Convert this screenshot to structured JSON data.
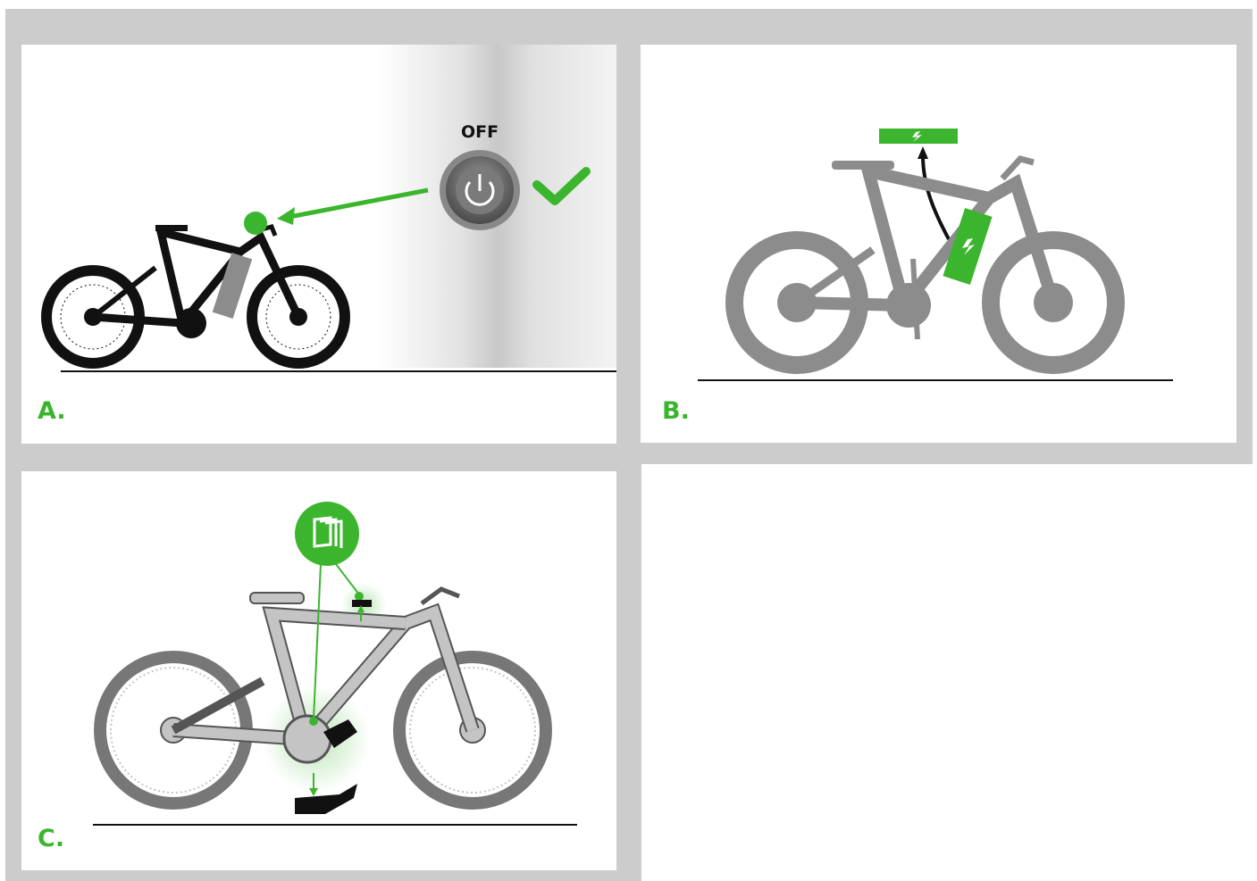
{
  "colors": {
    "accent": "#3cb52e",
    "frame": "#cccccc",
    "bike_black": "#111111",
    "bike_grey": "#8c8c8c",
    "bike_light": "#c4c4c4"
  },
  "panels": [
    {
      "label": "A.",
      "button_text": "OFF",
      "icons": [
        "power-button-icon",
        "checkmark-icon",
        "arrow-icon",
        "ebike-icon"
      ]
    },
    {
      "label": "B.",
      "icons": [
        "battery-icon",
        "lightning-icon",
        "arrow-up-icon",
        "ebike-icon"
      ]
    },
    {
      "label": "C.",
      "icons": [
        "manual-book-icon",
        "ebike-icon",
        "motor-cover-icon"
      ]
    }
  ]
}
